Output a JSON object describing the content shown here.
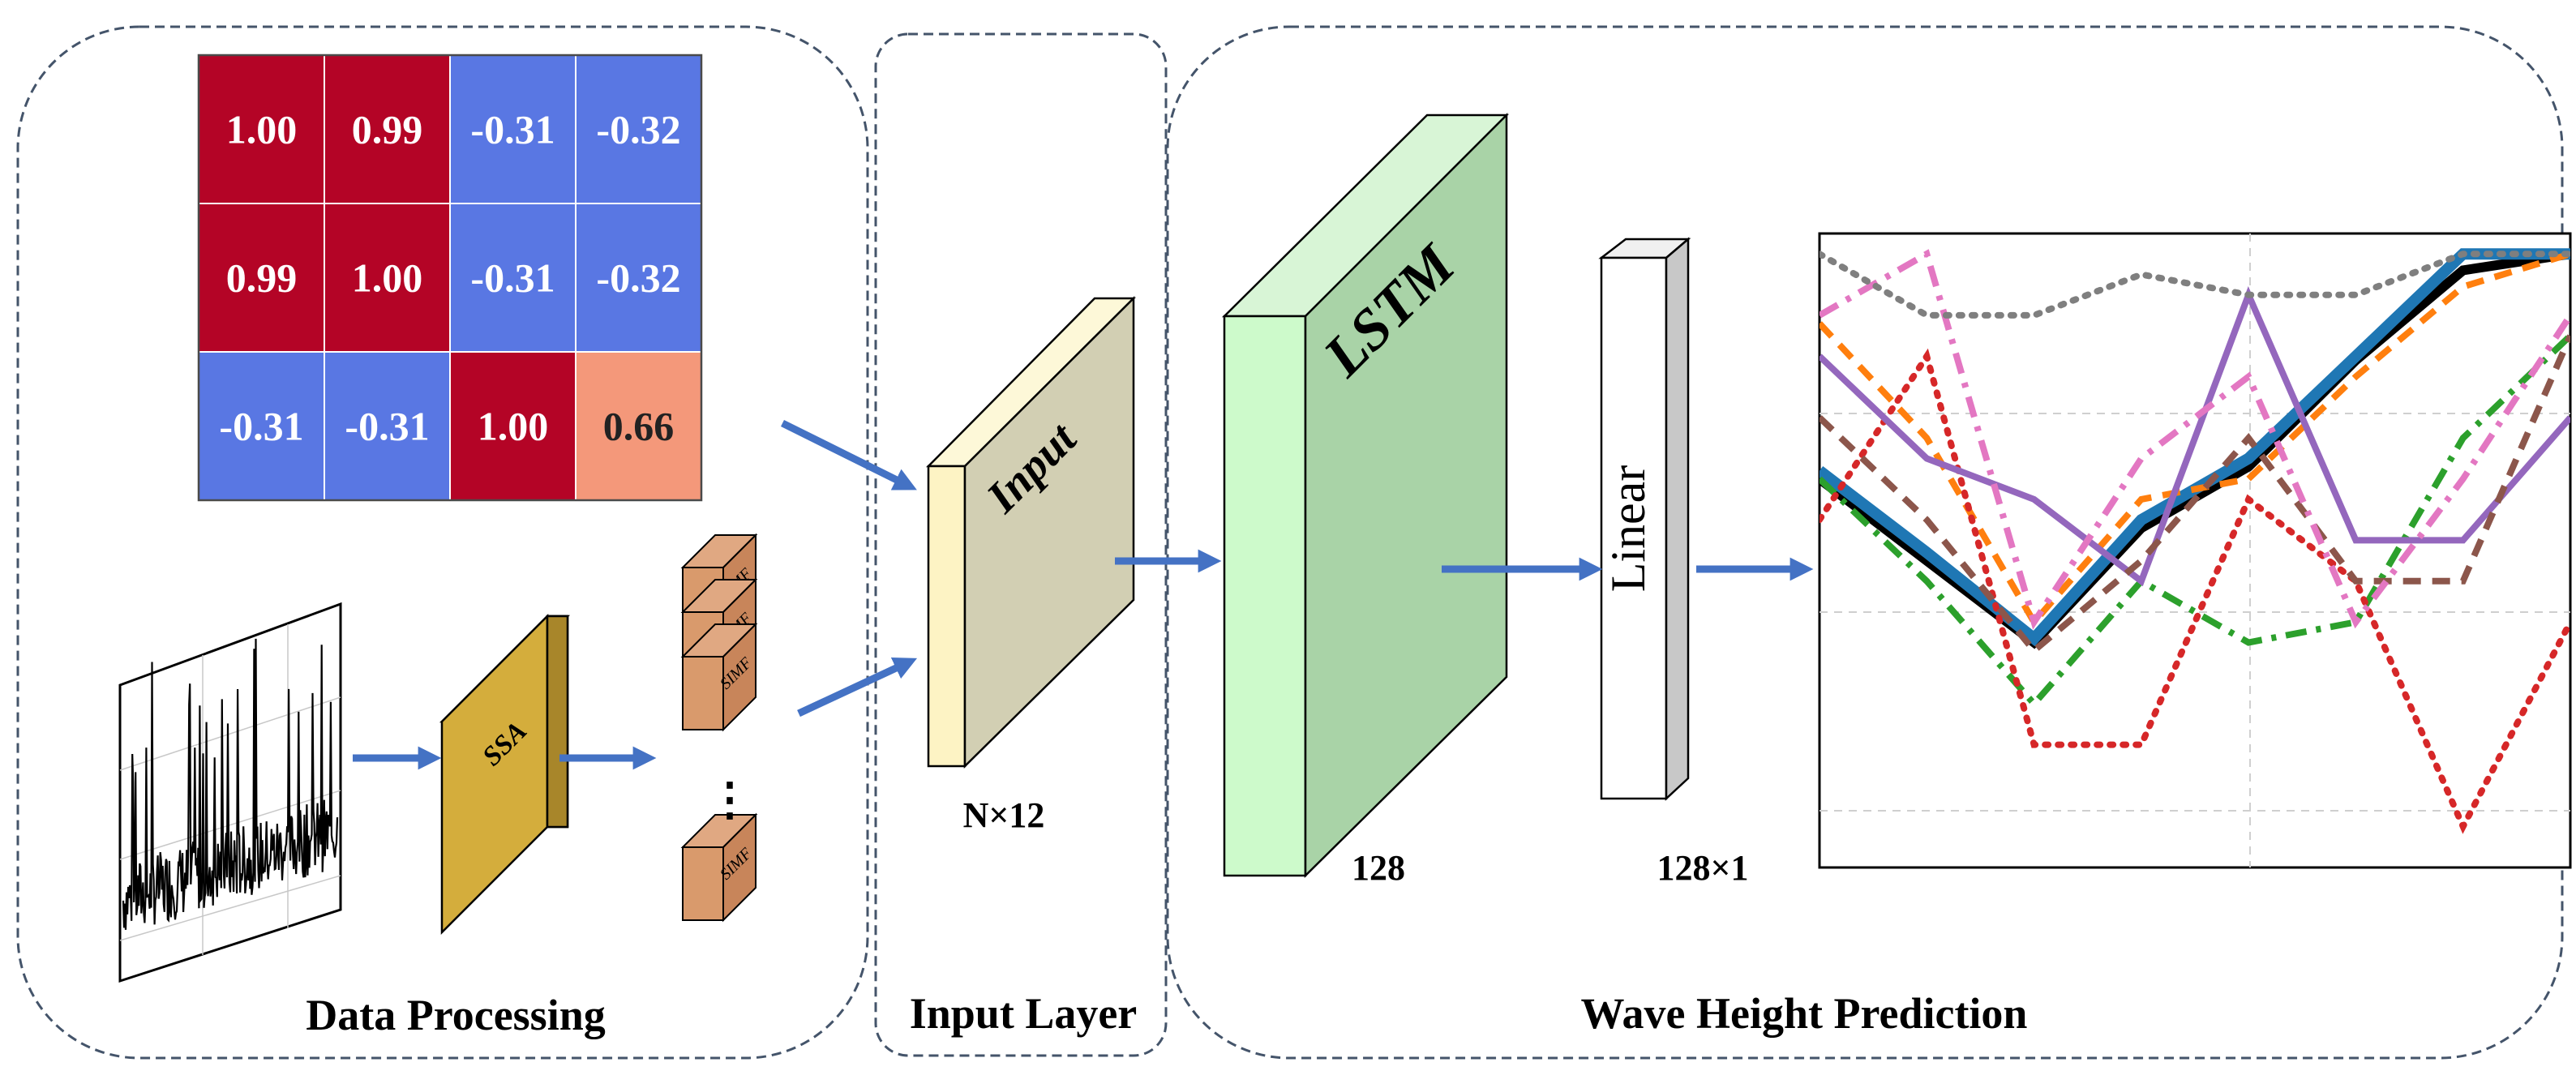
{
  "panels": {
    "data_processing": "Data Processing",
    "input_layer": "Input Layer",
    "prediction": "Wave Height Prediction"
  },
  "heatmap": {
    "rows": [
      [
        "1.00",
        "0.99",
        "-0.31",
        "-0.32"
      ],
      [
        "0.99",
        "1.00",
        "-0.31",
        "-0.32"
      ],
      [
        "-0.31",
        "-0.31",
        "1.00",
        "0.66"
      ]
    ],
    "colors": [
      [
        "#b40426",
        "#b40426",
        "#5977e3",
        "#5977e3"
      ],
      [
        "#b40426",
        "#b40426",
        "#5977e3",
        "#5977e3"
      ],
      [
        "#5977e3",
        "#5977e3",
        "#b40426",
        "#f4987a"
      ]
    ],
    "text_colors": [
      [
        "#ffffff",
        "#ffffff",
        "#ffffff",
        "#ffffff"
      ],
      [
        "#ffffff",
        "#ffffff",
        "#ffffff",
        "#ffffff"
      ],
      [
        "#ffffff",
        "#ffffff",
        "#ffffff",
        "#222222"
      ]
    ]
  },
  "blocks": {
    "ssa": "SSA",
    "simf": "SIMF",
    "ellipsis": "⋮",
    "input": "Input",
    "input_dim": "N×12",
    "lstm": "LSTM",
    "lstm_dim": "128",
    "linear": "Linear",
    "linear_dim": "128×1"
  },
  "colors": {
    "arrow": "#4472c4",
    "border": "#44546a",
    "ssa": "#d4ad3c",
    "simf": "#c8855a",
    "input": "#d2cfb3",
    "lstm": "#a9d3a7",
    "linear": "#ffffff"
  },
  "prediction_lines": [
    {
      "color": "#000000",
      "style": "solid",
      "values": [
        0.45,
        0.25,
        0.05,
        0.33,
        0.48,
        0.74,
        0.96,
        1.0
      ]
    },
    {
      "color": "#1f77b4",
      "style": "solid",
      "values": [
        0.47,
        0.27,
        0.06,
        0.35,
        0.5,
        0.75,
        1.0,
        1.0
      ]
    },
    {
      "color": "#ff7f0e",
      "style": "dashed",
      "values": [
        0.83,
        0.55,
        0.1,
        0.4,
        0.45,
        0.7,
        0.92,
        1.0
      ]
    },
    {
      "color": "#2ca02c",
      "style": "dashdot",
      "values": [
        0.45,
        0.2,
        -0.1,
        0.2,
        0.05,
        0.1,
        0.55,
        0.8
      ]
    },
    {
      "color": "#d62728",
      "style": "dotted",
      "values": [
        0.35,
        0.75,
        -0.2,
        -0.2,
        0.4,
        0.2,
        -0.4,
        0.1
      ]
    },
    {
      "color": "#9467bd",
      "style": "solid",
      "values": [
        0.75,
        0.5,
        0.4,
        0.2,
        0.9,
        0.3,
        0.3,
        0.6
      ]
    },
    {
      "color": "#8c564b",
      "style": "dashed",
      "values": [
        0.6,
        0.35,
        0.03,
        0.25,
        0.55,
        0.2,
        0.2,
        0.8
      ]
    },
    {
      "color": "#e377c2",
      "style": "dashdot",
      "values": [
        0.85,
        1.0,
        0.1,
        0.5,
        0.7,
        0.1,
        0.45,
        0.85
      ]
    },
    {
      "color": "#7f7f7f",
      "style": "dotted",
      "values": [
        1.0,
        0.85,
        0.85,
        0.95,
        0.9,
        0.9,
        1.0,
        1.0
      ]
    }
  ]
}
